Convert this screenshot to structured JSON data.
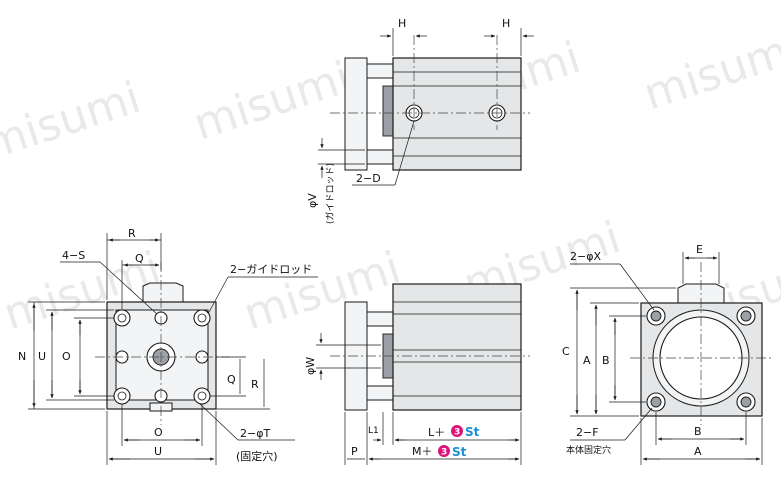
{
  "watermark": "misumi",
  "labels": {
    "H": "H",
    "phiV": "φV",
    "guide_rod_paren": "(ガイドロッド)",
    "two_D": "2−D",
    "R": "R",
    "Q": "Q",
    "four_S": "4−S",
    "two_guide_rod": "2−ガイドロッド",
    "N": "N",
    "U": "U",
    "O": "O",
    "two_phiT": "2−φT",
    "fixing_hole": "(固定穴)",
    "phiW": "φW",
    "L1": "L1",
    "L_plus": "L＋",
    "M_plus": "M＋",
    "P": "P",
    "badge_num": "3",
    "St": "St",
    "two_phiX": "2−φX",
    "E": "E",
    "C": "C",
    "A": "A",
    "B": "B",
    "two_F": "2−F",
    "body_fixing_hole": "本体固定穴"
  },
  "colors": {
    "badge": "#e0127a",
    "st": "#1a8fd6"
  }
}
